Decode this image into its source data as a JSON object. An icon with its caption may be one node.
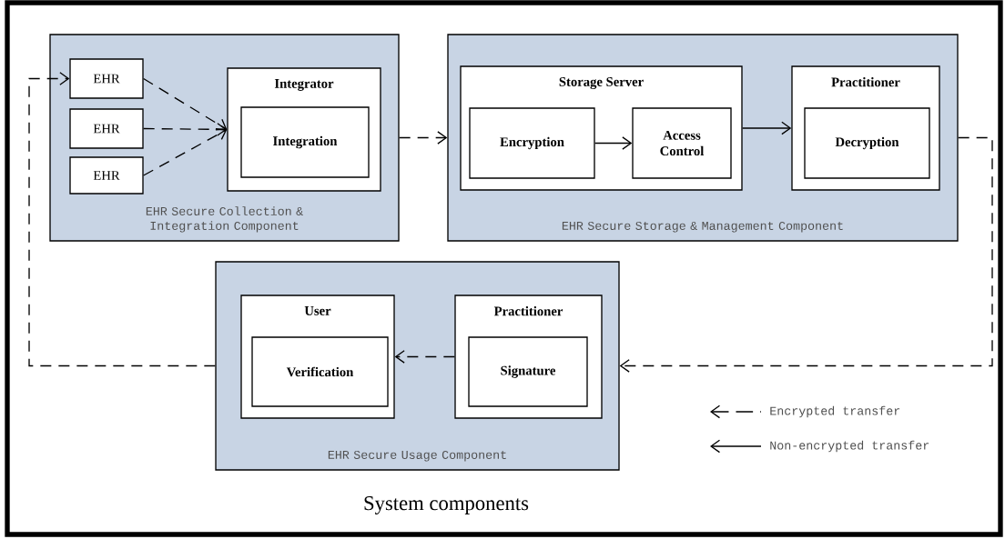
{
  "diagram": {
    "caption": "System components",
    "nodes": [
      {
        "text": [
          "EHR Secure Collection & Integration Component"
        ]
      },
      {
        "text": [
          "EHR"
        ],
        "in": 0
      },
      {
        "text": [
          "EHR"
        ],
        "in": 0
      },
      {
        "text": [
          "EHR"
        ],
        "in": 0
      },
      {
        "text": [
          "Integrator"
        ],
        "in": 0
      },
      {
        "text": [
          "Integration"
        ],
        "in": 4
      },
      {
        "text": [
          "EHR Secure Storage & Management Component"
        ]
      },
      {
        "text": [
          "Storage Server"
        ],
        "in": 6
      },
      {
        "text": [
          "Encryption"
        ],
        "in": 7
      },
      {
        "text": [
          "Access Control"
        ],
        "in": 7
      },
      {
        "text": [
          "Practitioner"
        ],
        "in": 6
      },
      {
        "text": [
          "Decryption"
        ],
        "in": 10
      },
      {
        "text": [
          "EHR Secure Usage Component"
        ]
      },
      {
        "text": [
          "User"
        ],
        "in": 12
      },
      {
        "text": [
          "Verification"
        ],
        "in": 13
      },
      {
        "text": [
          "Practitioner"
        ],
        "in": 12
      },
      {
        "text": [
          "Signature"
        ],
        "in": 15
      }
    ],
    "edges": [
      {
        "from": 12,
        "to": 1,
        "arrow": "to",
        "style": "dashed"
      },
      {
        "from": 1,
        "to": 4,
        "arrow": "to",
        "style": "dashed"
      },
      {
        "from": 2,
        "to": 4,
        "arrow": "to",
        "style": "dashed"
      },
      {
        "from": 3,
        "to": 4,
        "arrow": "to",
        "style": "dashed"
      },
      {
        "from": 0,
        "to": 6,
        "arrow": "to",
        "style": "dashed"
      },
      {
        "from": 8,
        "to": 9,
        "arrow": "to"
      },
      {
        "from": 7,
        "to": 10,
        "arrow": "to"
      },
      {
        "from": 6,
        "to": 12,
        "arrow": "to",
        "style": "dashed"
      },
      {
        "from": 15,
        "to": 13,
        "arrow": "to",
        "style": "dashed"
      }
    ],
    "legend": [
      {
        "text": "Encrypted transfer"
      },
      {
        "text": "Non-encrypted transfer"
      }
    ]
  }
}
